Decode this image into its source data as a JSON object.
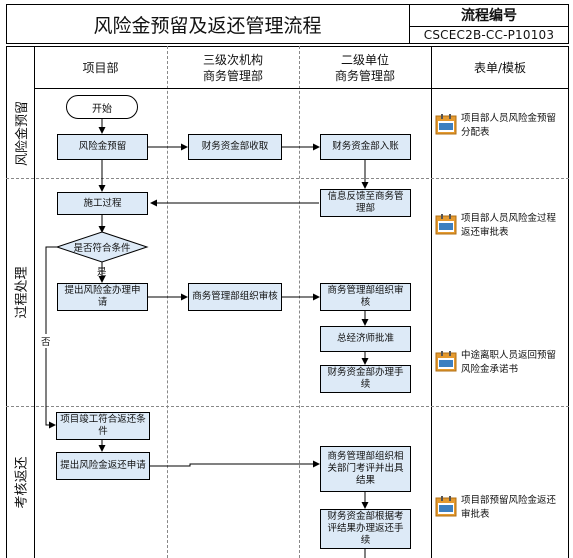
{
  "header": {
    "title": "风险金预留及返还管理流程",
    "code_label": "流程编号",
    "code_value": "CSCEC2B-CC-P10103"
  },
  "columns": {
    "project": "项目部",
    "tier3": "三级次机构\n商务管理部",
    "tier2": "二级单位\n商务管理部",
    "forms": "表单/模板"
  },
  "lanes": {
    "reserve": "风险金预留",
    "process": "过程处理",
    "assess": "考核返还"
  },
  "nodes": {
    "start": "开始",
    "reserve": "风险金预留",
    "finance_collect": "财务资金部收取",
    "finance_account": "财务资金部入账",
    "feedback": "信息反馈至商务管理部",
    "construction": "施工过程",
    "condition": "是否符合条件",
    "apply": "提出风险金办理申请",
    "tier3_review": "商务管理部组织审核",
    "tier2_review": "商务管理部组织审核",
    "chief_approve": "总经济师批准",
    "finance_procedure": "财务资金部办理手续",
    "completion": "项目竣工符合返还条件",
    "return_apply": "提出风险金返还申请",
    "evaluate": "商务管理部组织相关部门考评并出具结果",
    "return_procedure": "财务资金部根据考评结果办理返还手续"
  },
  "labels": {
    "yes": "是",
    "no": "否"
  },
  "forms": [
    {
      "text": "项目部人员风险金预留分配表",
      "icon": "calendar-icon"
    },
    {
      "text": "项目部人员风险金过程返还审批表",
      "icon": "calendar-icon"
    },
    {
      "text": "中途离职人员返回预留风险金承诺书",
      "icon": "calendar-icon"
    },
    {
      "text": "项目部预留风险金返还审批表",
      "icon": "calendar-icon"
    }
  ],
  "colors": {
    "box_fill": "#ddeaf7",
    "line": "#000000",
    "icon_orange": "#e59a2f",
    "icon_blue": "#3c7fc0"
  }
}
